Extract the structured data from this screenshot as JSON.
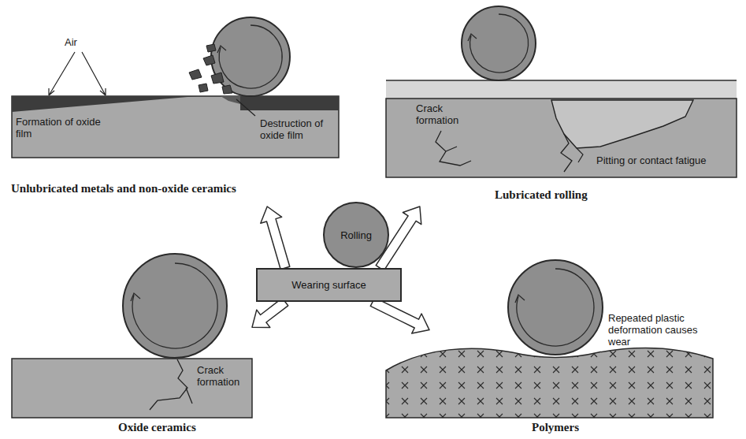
{
  "diagram": {
    "nodes": [
      {
        "text": [
          "Air",
          "Formation of oxide film",
          "Destruction of oxide film",
          "Unlubricated metals and non-oxide ceramics"
        ]
      },
      {
        "text": [
          "Crack formation",
          "Pitting or contact fatigue",
          "Lubricated rolling"
        ]
      },
      {
        "text": [
          "Rolling"
        ]
      },
      {
        "text": [
          "Wearing surface"
        ]
      },
      {
        "text": [
          "Crack formation",
          "Oxide ceramics"
        ]
      },
      {
        "text": [
          "Repeated plastic deformation causes wear",
          "Polymers"
        ]
      }
    ],
    "edges": [
      {
        "from": 3,
        "to": 0,
        "arrow": "to"
      },
      {
        "from": 3,
        "to": 1,
        "arrow": "to"
      },
      {
        "from": 3,
        "to": 4,
        "arrow": "to"
      },
      {
        "from": 3,
        "to": 5,
        "arrow": "to"
      }
    ]
  }
}
